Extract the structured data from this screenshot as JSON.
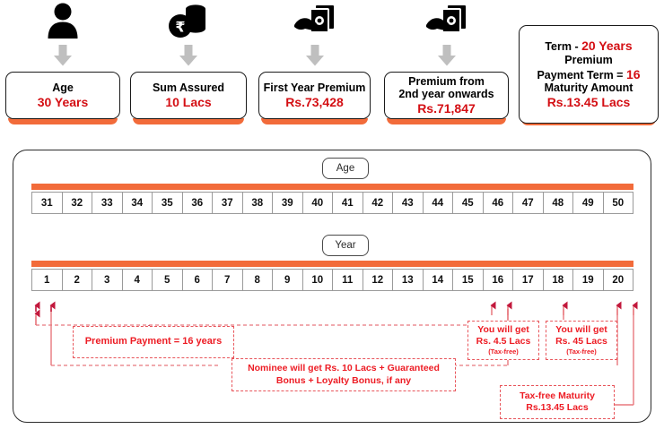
{
  "top_cards": [
    {
      "icon": "person-icon",
      "arrow": "down-arrow-icon",
      "lines": [
        {
          "text": "Age",
          "color": "#000000"
        },
        {
          "text": "30 Years",
          "color": "#D40F14"
        }
      ]
    },
    {
      "icon": "rupee-coins-icon",
      "arrow": "down-arrow-icon",
      "lines": [
        {
          "text": "Sum Assured",
          "color": "#000000"
        },
        {
          "text": "10 Lacs",
          "color": "#D40F14"
        }
      ]
    },
    {
      "icon": "hand-cash-icon",
      "arrow": "down-arrow-icon",
      "lines": [
        {
          "text": "First Year Premium",
          "color": "#000000"
        },
        {
          "text": "Rs.73,428",
          "color": "#D40F14"
        }
      ]
    },
    {
      "icon": "hand-cash-icon",
      "arrow": "down-arrow-icon",
      "lines": [
        {
          "text": "Premium from",
          "color": "#000000"
        },
        {
          "text": "2nd year onwards",
          "color": "#000000"
        },
        {
          "text": "Rs.71,847",
          "color": "#D40F14"
        }
      ]
    },
    {
      "icon": "none",
      "arrow": "none",
      "lines": [
        {
          "text": "Term  - 20 Years",
          "color": "mixed",
          "black": "Term  - ",
          "red": "20 Years"
        },
        {
          "text": "Premium",
          "color": "#000000"
        },
        {
          "text": "Payment Term = 16",
          "color": "mixed",
          "black": "Payment Term = ",
          "red": "16"
        },
        {
          "text": "Maturity Amount",
          "color": "#000000"
        },
        {
          "text": "Rs.13.45 Lacs",
          "color": "#D40F14"
        }
      ]
    }
  ],
  "timeline": {
    "age": {
      "label": "Age",
      "values": [
        "31",
        "32",
        "33",
        "34",
        "35",
        "36",
        "37",
        "38",
        "39",
        "40",
        "41",
        "42",
        "43",
        "44",
        "45",
        "46",
        "47",
        "48",
        "49",
        "50"
      ]
    },
    "year": {
      "label": "Year",
      "values": [
        "1",
        "2",
        "3",
        "4",
        "5",
        "6",
        "7",
        "8",
        "9",
        "10",
        "11",
        "12",
        "13",
        "14",
        "15",
        "16",
        "17",
        "18",
        "19",
        "20"
      ]
    }
  },
  "callouts": {
    "premium_payment": {
      "lines": [
        "Premium Payment = 16 years"
      ],
      "anchor_year": 1
    },
    "nominee": {
      "lines": [
        "Nominee will get Rs. 10 Lacs + Guaranteed",
        "Bonus + Loyalty Bonus, if any"
      ],
      "anchor_year": 1
    },
    "payout_year16": {
      "lines": [
        "You will get",
        "Rs. 4.5 Lacs"
      ],
      "note": "(Tax-free)",
      "anchor_year": 16
    },
    "payout_year18": {
      "lines": [
        "You will get",
        "Rs. 45 Lacs"
      ],
      "note": "(Tax-free)",
      "anchor_year": 18
    },
    "maturity": {
      "lines": [
        "Tax-free Maturity",
        "Rs.13.45 Lacs"
      ],
      "anchor_year": 20
    }
  },
  "colors": {
    "orange_bar": "#F26B3A",
    "red_text": "#ED1C24",
    "card_red": "#D40F14",
    "dash_border": "#E8555B",
    "panel_border": "#2b2b2b"
  }
}
